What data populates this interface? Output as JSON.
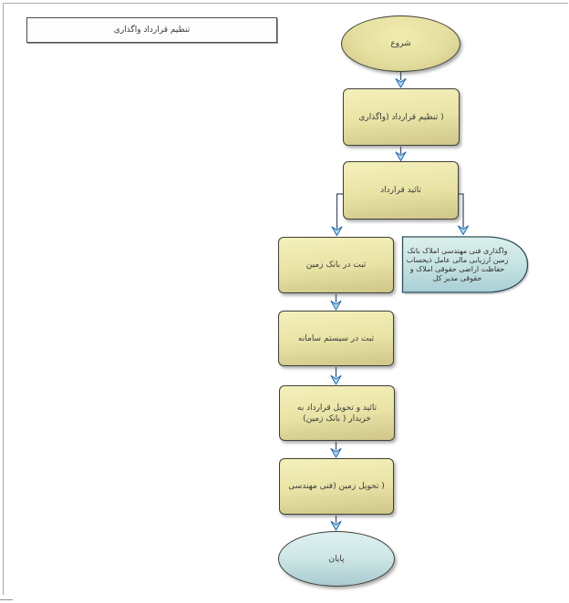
{
  "title_box": {
    "label": "تنظیم قرارداد واگذاری"
  },
  "flow": {
    "start": {
      "label": "شروع",
      "shape": "ellipse"
    },
    "steps": [
      {
        "label": "( تنظیم  قرارداد (واگذاری"
      },
      {
        "label": "تائید قرارداد"
      },
      {
        "label": "ثبت در بانک زمین"
      },
      {
        "label": "ثبت در سیستم  سامانه"
      },
      {
        "label": "تائید و تحویل قرارداد به خریدار ( بانک زمین)"
      },
      {
        "label": "( تحویل زمین (فنی  مهندسی"
      }
    ],
    "side_note": {
      "label": "واگذاری فنی مهندسی املاک بانک زمین ارزیابی مالی عامل ذیحساب حفاظت اراضی حقوقی املاک و حقوقی مدیر کل",
      "shape": "delay"
    },
    "end": {
      "label": "پایان",
      "shape": "ellipse"
    }
  },
  "colors": {
    "node-fill-light": "#f4f0ba",
    "node-fill-dark": "#cfc689",
    "node-border": "#3f4038",
    "cyan-light": "#dcf0eb",
    "cyan-dark": "#a9cfd6",
    "cyan-border": "#2f4f5a",
    "arrow-fill": "#b5e0f5",
    "arrow-stroke": "#2c6fae",
    "frame": "#a9a9a9",
    "text": "#3a3a3a"
  }
}
